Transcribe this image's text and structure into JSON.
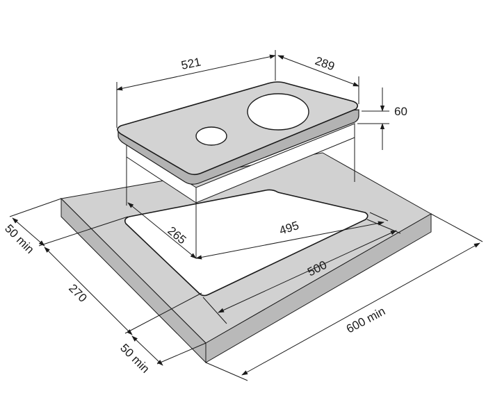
{
  "diagram": {
    "type": "cooktop-installation-dimensions",
    "colors": {
      "worktop_top": "#d1d1d1",
      "worktop_side": "#b9b9b9",
      "cutout": "#ffffff",
      "hob_top": "#d3d3d3",
      "hob_edge": "#b3b3b3",
      "hob_body": "#ffffff",
      "burner": "#ffffff",
      "line": "#1a1a1a"
    },
    "dimensions": {
      "hob_width": "521",
      "hob_depth": "289",
      "hob_height": "60",
      "cutout_depth": "265",
      "cutout_width": "495",
      "cutout_width_outer": "500",
      "worktop_width": "600 min",
      "worktop_depth": "270",
      "front_margin": "50 min",
      "back_margin": "50 min"
    }
  }
}
